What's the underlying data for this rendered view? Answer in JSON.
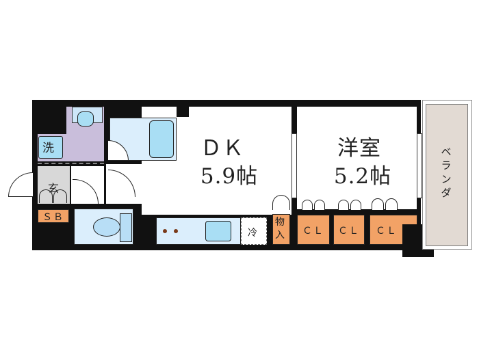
{
  "floorplan": {
    "rooms": {
      "dk": {
        "name": "ＤＫ",
        "size": "5.9帖"
      },
      "western": {
        "name": "洋室",
        "size": "5.2帖"
      },
      "veranda": {
        "name": "ベランダ"
      },
      "entrance": {
        "name": "玄"
      },
      "washer": {
        "name": "洗"
      },
      "shoebox": {
        "name": "ＳＢ"
      },
      "storage": {
        "name": "物入"
      },
      "refrigerator": {
        "name": "冷"
      },
      "closets": [
        {
          "name": "ＣＬ"
        },
        {
          "name": "ＣＬ"
        },
        {
          "name": "ＣＬ"
        }
      ]
    },
    "colors": {
      "wall": "#111111",
      "wet_area": "#dbeefc",
      "fixture": "#a9def4",
      "washroom": "#c9bedb",
      "storage": "#f2a266",
      "veranda": "#e2dad3",
      "entrance": "#d8d8d8"
    }
  }
}
